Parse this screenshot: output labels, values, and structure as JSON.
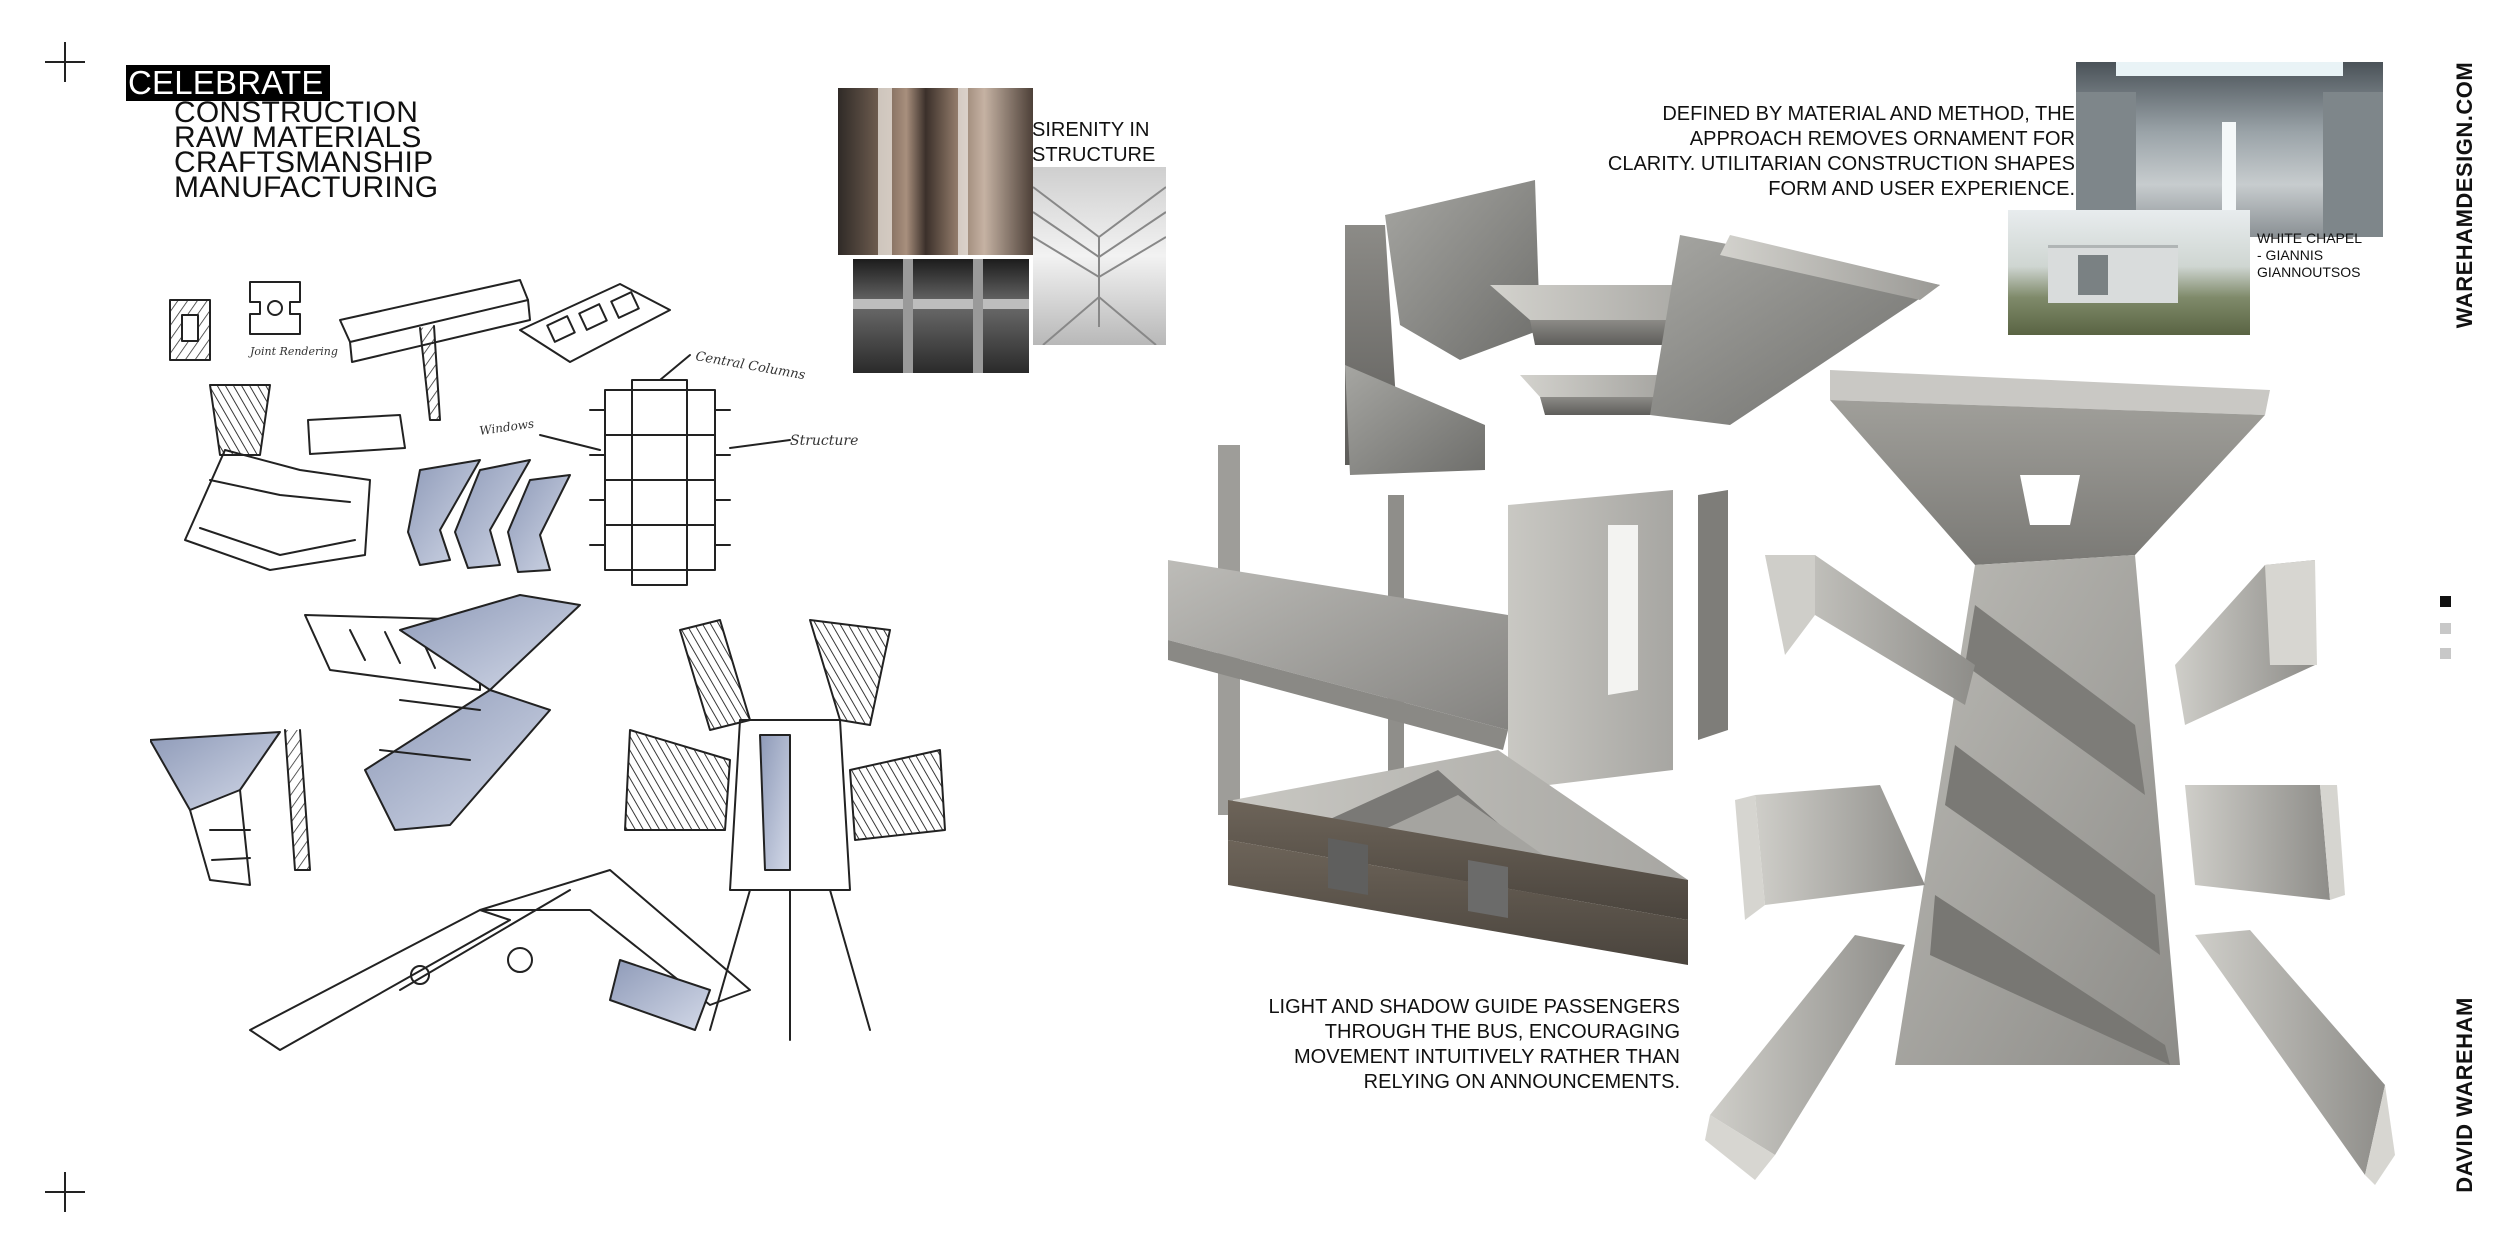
{
  "intro": {
    "highlight": "CELEBRATE",
    "items": [
      "CONSTRUCTION",
      "RAW MATERIALS",
      "CRAFTSMANSHIP",
      "MANUFACTURING"
    ]
  },
  "sketch_annotations": {
    "joint": "Joint Rendering",
    "central_columns": "Central Columns",
    "windows": "Windows",
    "structure": "Structure"
  },
  "captions": {
    "sirenity": "SIRENITY IN STRUCTURE",
    "material_statement": [
      "DEFINED BY MATERIAL AND METHOD, THE",
      "APPROACH REMOVES ORNAMENT FOR",
      "CLARITY. UTILITARIAN CONSTRUCTION SHAPES",
      "FORM AND USER EXPERIENCE."
    ],
    "white_chapel": [
      "WHITE CHAPEL",
      "- GIANNIS",
      "GIANNOUTSOS"
    ],
    "light_shadow": [
      "LIGHT AND SHADOW GUIDE PASSENGERS",
      "THROUGH THE BUS, ENCOURAGING",
      "MOVEMENT INTUITIVELY RATHER THAN",
      "RELYING ON ANNOUNCEMENTS."
    ]
  },
  "sidebar": {
    "website": "WAREHAMDESIGN.COM",
    "author": "DAVID WAREHAM"
  },
  "pagination": {
    "dots": [
      "active",
      "inactive",
      "inactive"
    ],
    "active_color": "#111111",
    "inactive_color": "#c8c8c8"
  }
}
